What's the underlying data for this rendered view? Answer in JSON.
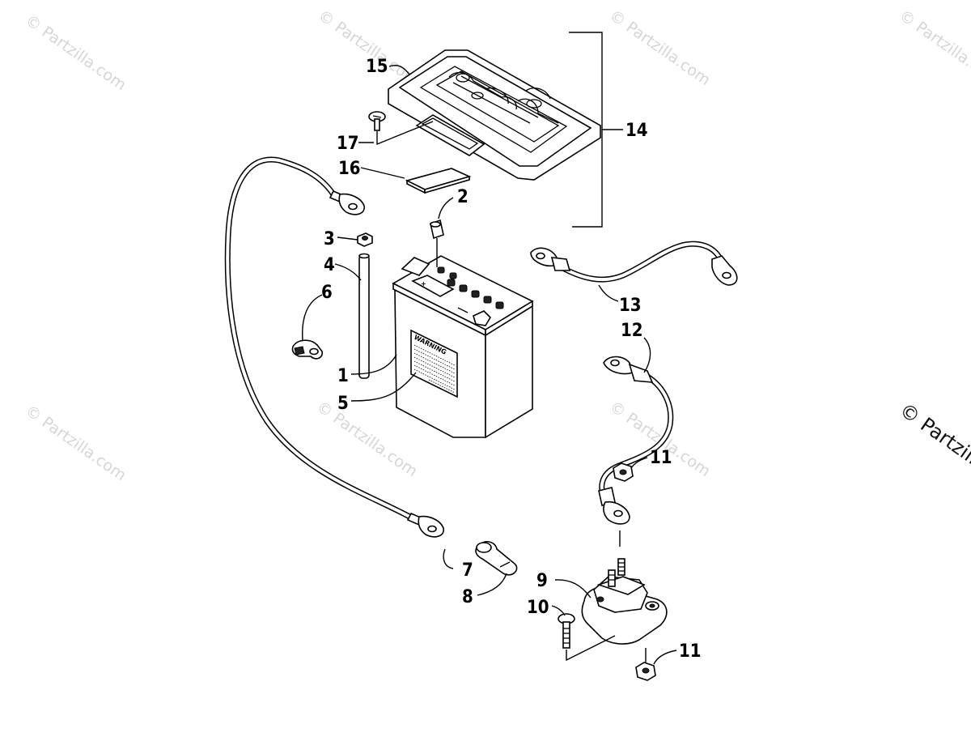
{
  "watermark": {
    "text": "© Partzilla.com",
    "edge_text": "© Partzilla"
  },
  "callouts": {
    "c1": "1",
    "c2": "2",
    "c3": "3",
    "c4": "4",
    "c5": "5",
    "c6": "6",
    "c7": "7",
    "c8": "8",
    "c9": "9",
    "c10": "10",
    "c11a": "11",
    "c11b": "11",
    "c12": "12",
    "c13": "13",
    "c14": "14",
    "c15": "15",
    "c16": "16",
    "c17": "17"
  },
  "battery": {
    "warning_label": "WARNING",
    "terminal_mark": "+"
  }
}
